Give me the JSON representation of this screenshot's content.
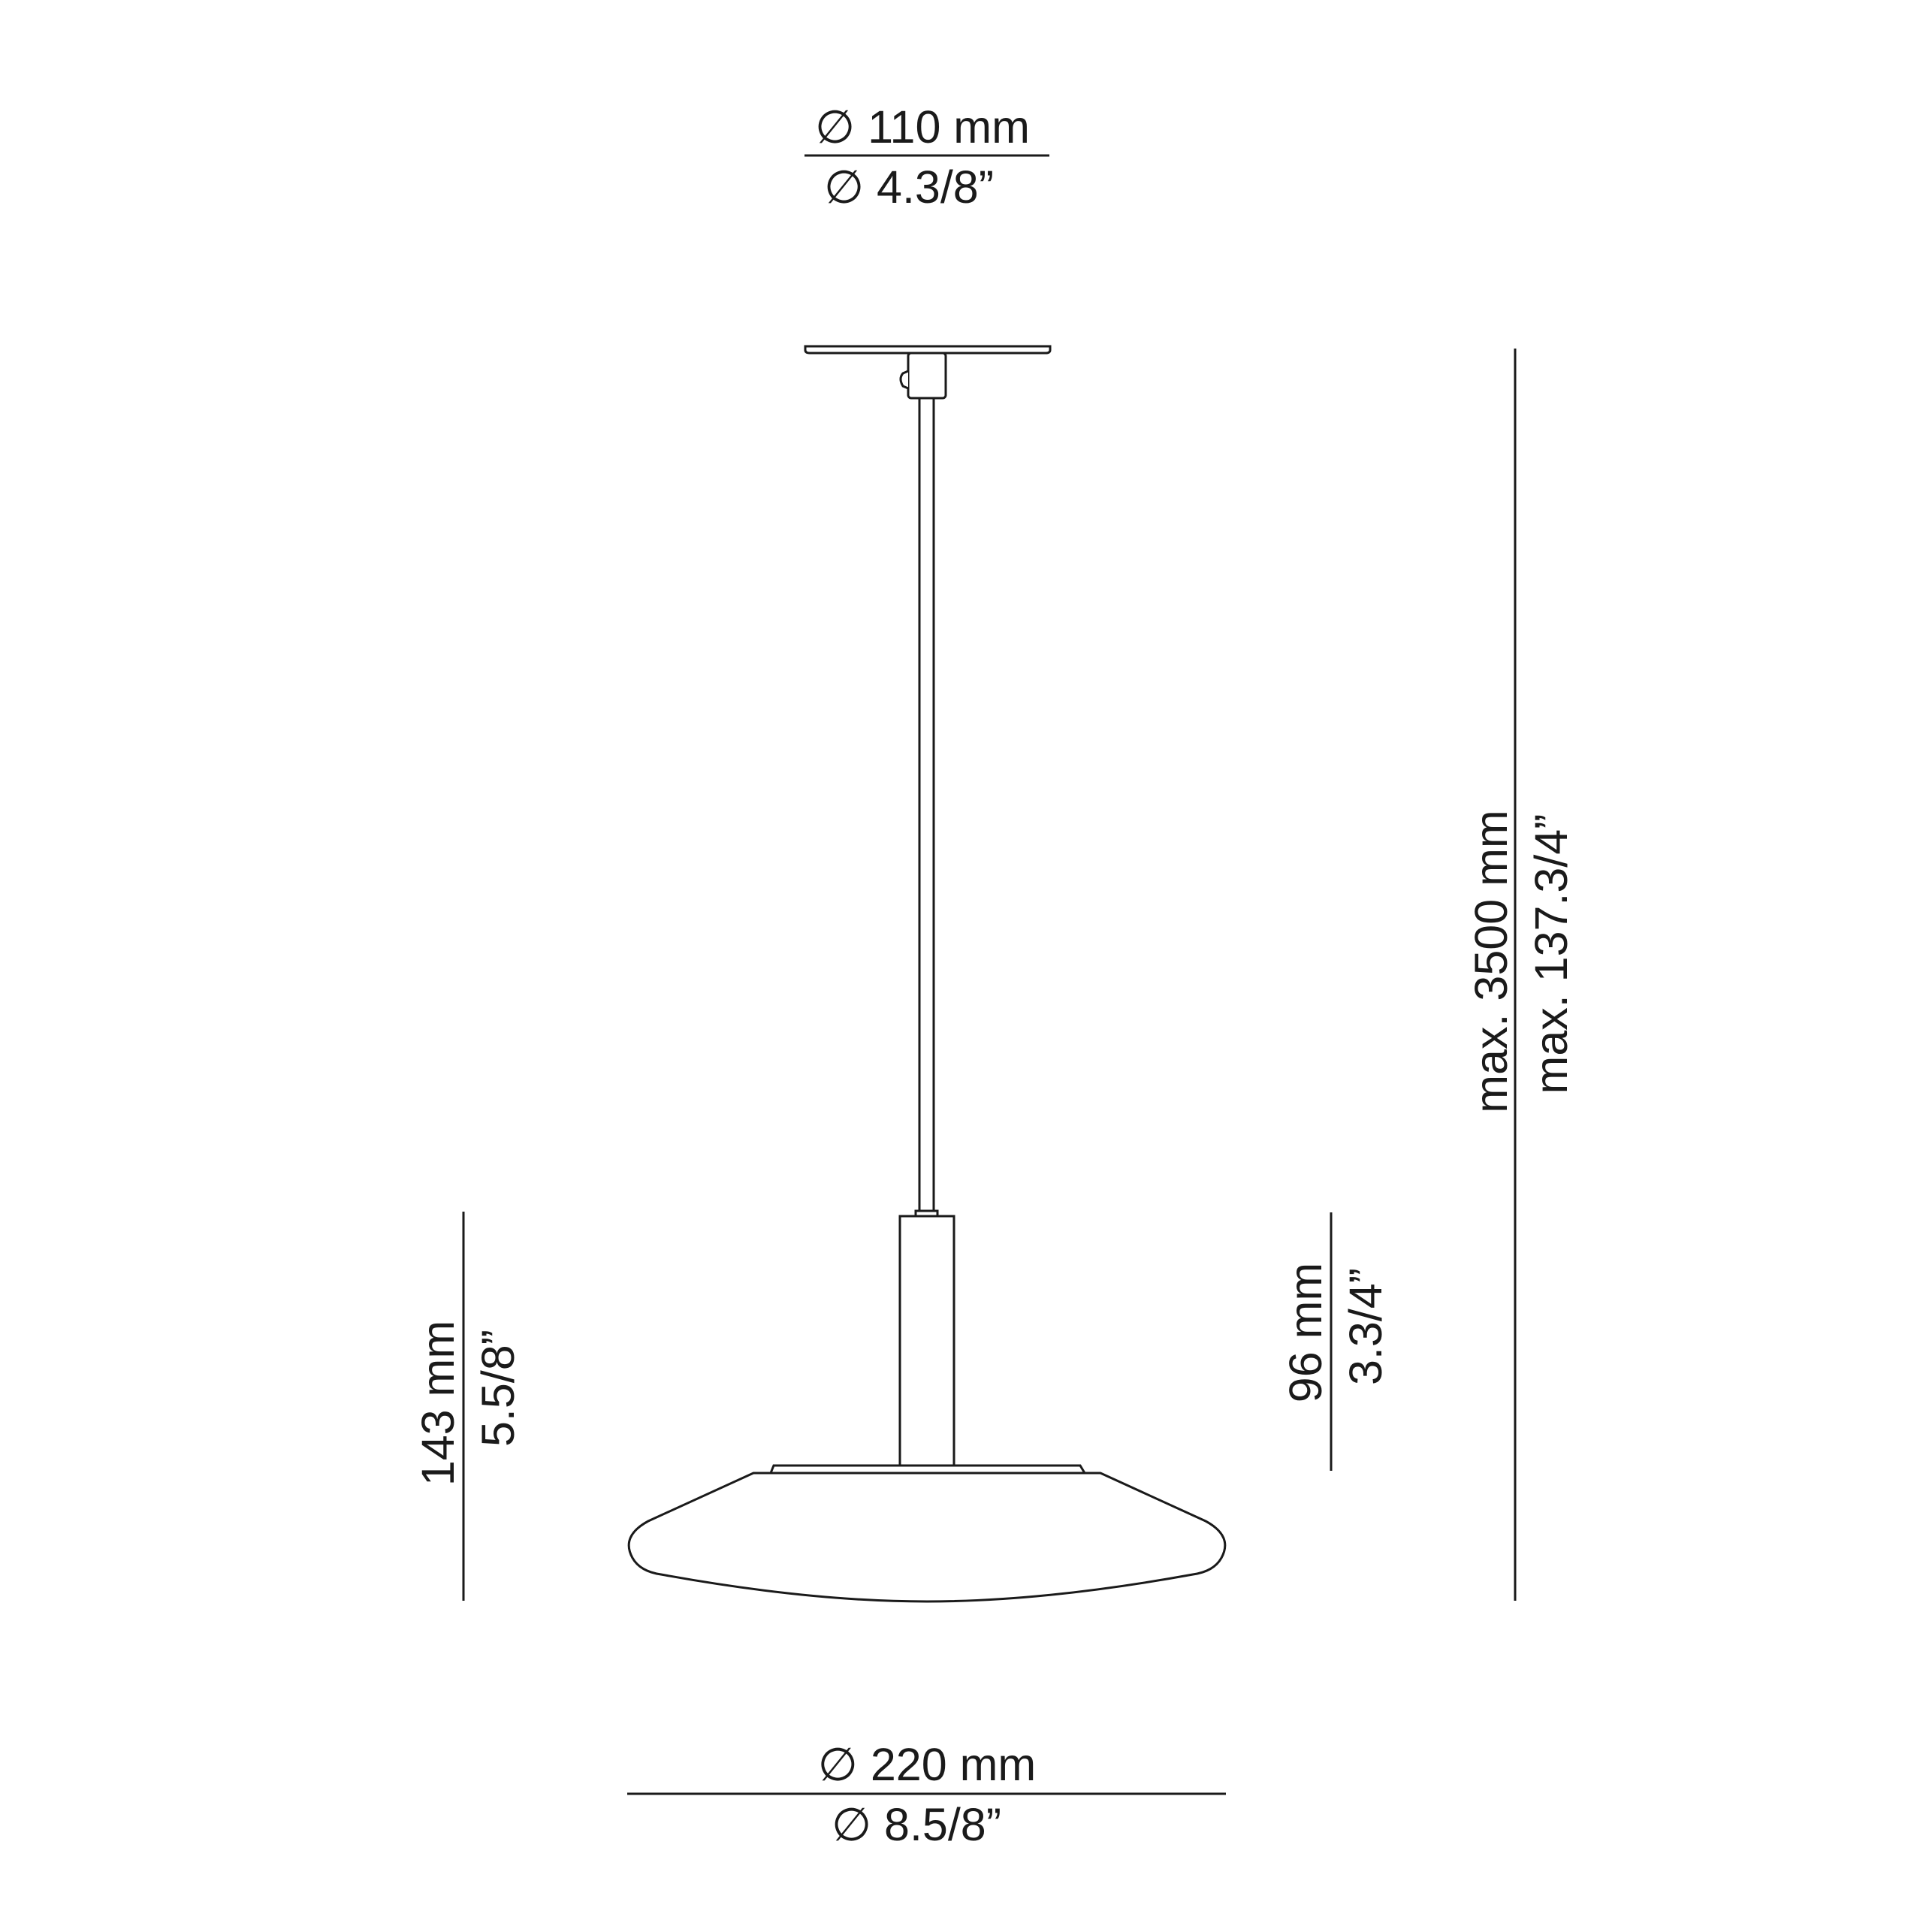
{
  "dimensions": {
    "canopy_diameter": {
      "metric": "∅ 110 mm",
      "imperial": "∅  4.3/8”"
    },
    "shade_diameter": {
      "metric": "∅ 220 mm",
      "imperial": "∅  8.5/8”"
    },
    "overall_height": {
      "metric": "max. 3500 mm",
      "imperial": "max. 137.3/4”"
    },
    "body_height": {
      "metric": "143 mm",
      "imperial": "5.5/8”"
    },
    "holder_height": {
      "metric": "96 mm",
      "imperial": "3.3/4”"
    }
  },
  "colors": {
    "ink": "#1a1a1a",
    "background": "#ffffff"
  }
}
